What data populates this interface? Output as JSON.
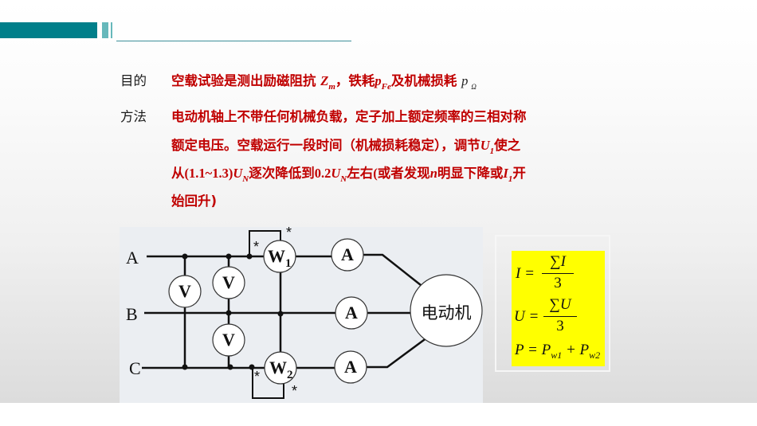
{
  "header": {
    "accent_color": "#007f8a",
    "accent_light": "#66b8bb"
  },
  "purpose": {
    "label": "目的",
    "text_prefix": "空载试验是测出励磁阻抗 ",
    "Zm_main": "Z",
    "Zm_sub": "m",
    "text_mid": "，铁耗",
    "pFe_main": "p",
    "pFe_sub": "Fe",
    "text_suffix": "及机械损耗 ",
    "pOmega_main": "p",
    "pOmega_sub": "Ω"
  },
  "method": {
    "label": "方法",
    "line1": "电动机轴上不带任何机械负载，定子加上额定频率的三相对称",
    "line2_prefix": "额定电压。空载运行一段时间（机械损耗稳定），调节",
    "U1_main": "U",
    "U1_sub": "1",
    "line2_suffix": "使之",
    "line3_a": "从",
    "line3_range": "(1.1~1.3)",
    "UN_main": "U",
    "UN_sub": "N",
    "line3_b": "逐次降低到",
    "line3_val": "0.2",
    "line3_c": "左右",
    "line3_paren": "(",
    "line3_d": "或者发现",
    "n_var": "n",
    "line3_e": "明显下降或",
    "I1_main": "I",
    "I1_sub": "1",
    "line3_f": "开",
    "line4": "始回升)",
    "text_color": "#c00000"
  },
  "diagram": {
    "phase_labels": [
      "A",
      "B",
      "C"
    ],
    "voltmeter_label": "V",
    "ammeter_label": "A",
    "wattmeter1_main": "W",
    "wattmeter1_sub": "1",
    "wattmeter2_main": "W",
    "wattmeter2_sub": "2",
    "polarity_mark": "*",
    "motor_label": "电动机"
  },
  "formulas": {
    "f1_lhs": "I =",
    "f1_num": "∑I",
    "f1_den": "3",
    "f2_lhs": "U =",
    "f2_num": "∑U",
    "f2_den": "3",
    "f3_lhs": "P = P",
    "f3_sub1": "w1",
    "f3_plus": " + P",
    "f3_sub2": "w2",
    "highlight_color": "#ffff00"
  }
}
